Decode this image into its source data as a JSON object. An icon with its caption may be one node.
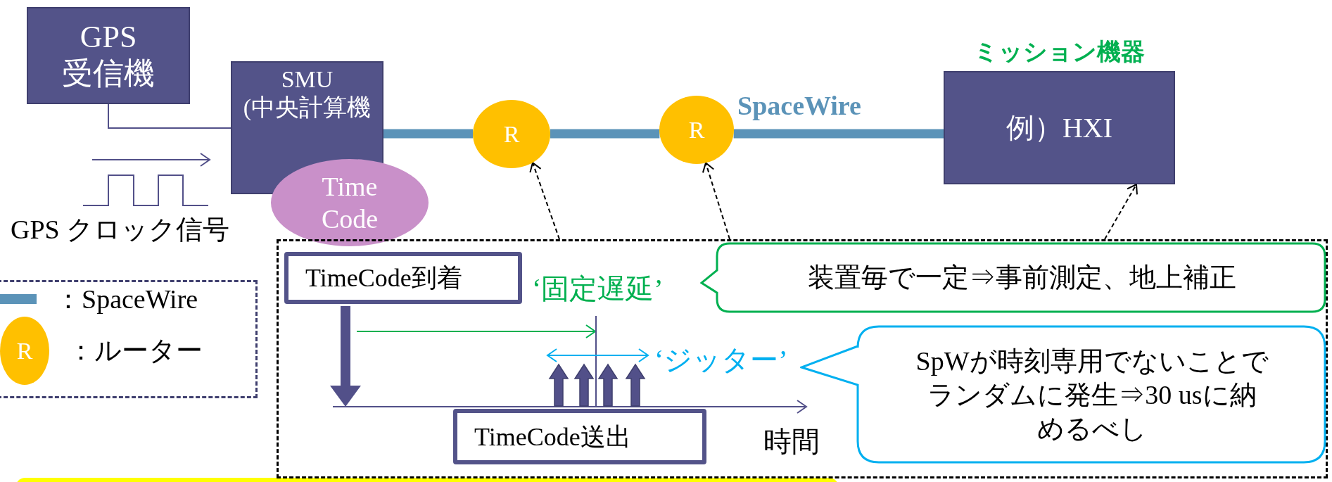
{
  "diagram": {
    "nodes": [
      {
        "text": [
          "GPS 受信機"
        ]
      },
      {
        "text": [
          "SMU (中央計算機"
        ]
      },
      {
        "text": [
          "Time Code"
        ]
      },
      {
        "text": [
          "R"
        ]
      },
      {
        "text": [
          "R"
        ]
      },
      {
        "text": [
          "ミッション機器",
          "例）HXI"
        ]
      },
      {
        "text": [],
        "shape": "box"
      },
      {
        "text": [
          "TimeCode到着"
        ],
        "in": 6
      },
      {
        "text": [
          "装置毎で一定⇒事前測定、地上補正"
        ],
        "in": 6
      },
      {
        "text": [
          "SpWが時刻専用でないことでランダムに発生⇒30 usに納めるべし"
        ],
        "in": 6
      },
      {
        "text": [
          "TimeCode送出"
        ],
        "in": 6
      }
    ],
    "edges": [
      {
        "from": 0,
        "to": 1,
        "arrow": "none",
        "color": "#525089"
      },
      {
        "from": 1,
        "to": 3,
        "arrow": "none",
        "style": "thick",
        "color": "#5b93b8"
      },
      {
        "from": 3,
        "to": 4,
        "arrow": "none",
        "style": "thick",
        "color": "#5b93b8"
      },
      {
        "from": 4,
        "to": 5,
        "arrow": "none",
        "style": "thick",
        "color": "#5b93b8",
        "label": "SpaceWire"
      },
      {
        "from": 6,
        "to": 3,
        "arrow": "to",
        "style": "dashed",
        "color": "#000000"
      },
      {
        "from": 6,
        "to": 4,
        "arrow": "to",
        "style": "dashed",
        "color": "#000000"
      },
      {
        "from": 6,
        "to": 5,
        "arrow": "to",
        "style": "dashed",
        "color": "#000000"
      },
      {
        "from": 7,
        "to": null,
        "arrow": "to",
        "style": "thick",
        "color": "#525089"
      }
    ],
    "labels": [
      "GPS クロック信号",
      "R",
      "‘固定遅延’",
      "‘ジッター’",
      "時間"
    ],
    "legend": [
      {
        "text": "：SpaceWire",
        "color": "#5b93b8"
      },
      {
        "text": "：ルーター"
      }
    ]
  }
}
